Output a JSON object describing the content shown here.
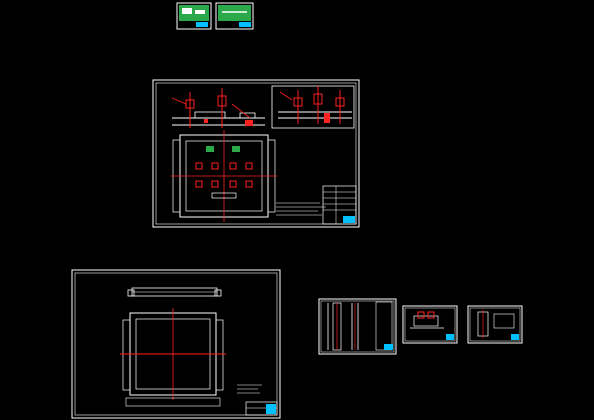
{
  "app": {
    "type": "cad-model-space",
    "background": "#000000",
    "sheet_frame_color": "#ffffff",
    "centerline_color": "#ff2020",
    "title_block_accent": "#00c0ff",
    "thumbnail_fill": "#2aa84a"
  },
  "sheets": [
    {
      "id": "thumb-1"
    },
    {
      "id": "thumb-2"
    },
    {
      "id": "main-assembly"
    },
    {
      "id": "bottom-plan"
    },
    {
      "id": "small-sheet-1"
    },
    {
      "id": "small-sheet-2"
    },
    {
      "id": "small-sheet-3"
    }
  ]
}
